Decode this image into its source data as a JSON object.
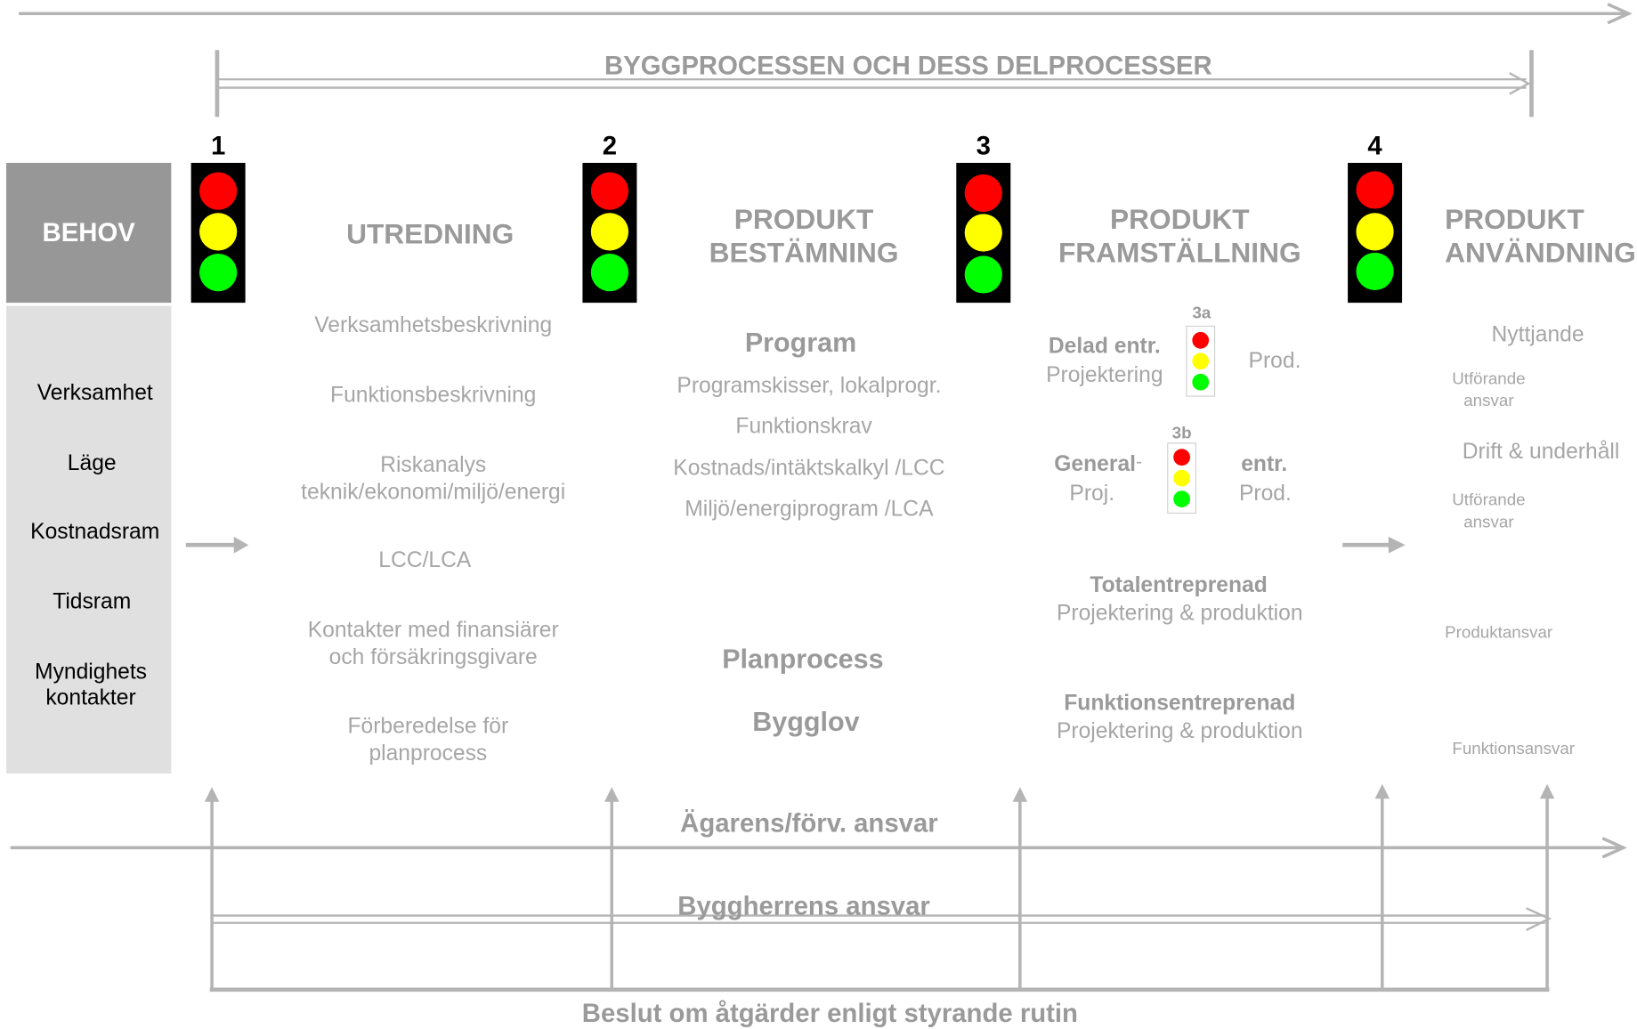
{
  "banner": {
    "title": "BYGGPROCESSEN OCH DESS DELPROCESSER"
  },
  "behov": {
    "title": "BEHOV",
    "items": [
      "Verksamhet",
      "Läge",
      "Kostnadsram",
      "Tidsram",
      "Myndighets kontakter"
    ]
  },
  "checkpoints": [
    "1",
    "2",
    "3",
    "4"
  ],
  "phases": {
    "utredning": {
      "title": "UTREDNING",
      "items": [
        "Verksamhetsbeskrivning",
        "Funktionsbeskrivning",
        "Riskanalys teknik/ekonomi/miljö/energi",
        "LCC/LCA",
        "Kontakter med finansiärer och försäkringsgivare",
        "Förberedelse för planprocess"
      ]
    },
    "bestamning": {
      "title": "PRODUKT BESTÄMNING",
      "program": "Program",
      "items": [
        "Programskisser, lokalprogr.",
        "Funktionskrav",
        "Kostnads/intäktskalkyl /LCC",
        "Miljö/energiprogram /LCA"
      ],
      "planprocess": "Planprocess",
      "bygglov": "Bygglov"
    },
    "framstallning": {
      "title": "PRODUKT FRAMSTÄLLNING",
      "sub_3a": "3a",
      "sub_3b": "3b",
      "delad_title": "Delad entr.",
      "delad_proj": "Projektering",
      "delad_prod": "Prod.",
      "general": "General",
      "dash": "-",
      "entr": "entr.",
      "gen_proj": "Proj.",
      "gen_prod": "Prod.",
      "total_title": "Totalentreprenad",
      "total_sub": "Projektering & produktion",
      "funk_title": "Funktionsentreprenad",
      "funk_sub": "Projektering & produktion"
    },
    "anvandning": {
      "title": "PRODUKT ANVÄNDNING",
      "nyttjande": "Nyttjande",
      "utforande1": "Utförande ansvar",
      "drift": "Drift & underhåll",
      "utforande2": "Utförande ansvar",
      "produktansvar": "Produktansvar",
      "funktionsansvar": "Funktionsansvar"
    }
  },
  "bottom": {
    "agarens": "Ägarens/förv. ansvar",
    "byggherrens": "Byggherrens ansvar",
    "beslut": "Beslut om åtgärder enligt styrande rutin"
  },
  "colors": {
    "red": "#ff0000",
    "yellow": "#ffff00",
    "green": "#00ff00",
    "grey_text": "#a6a6a6",
    "panel": "#979797",
    "side_panel": "#e0e0e0"
  }
}
